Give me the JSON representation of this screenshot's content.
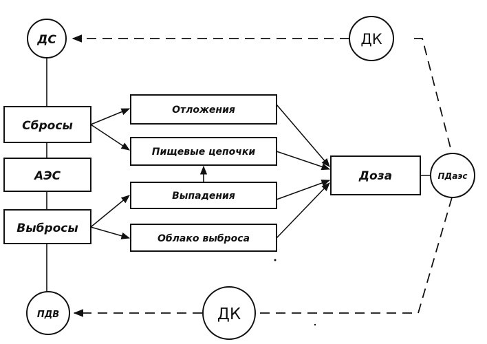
{
  "nodes": {
    "ds": "ДС",
    "dk_top": "ДК",
    "dk_bottom": "ДК",
    "pdv": "ПДВ",
    "pd_aes": "ПДаэс",
    "sbrosy": "Сбросы",
    "aes": "АЭС",
    "vybrosy": "Выбросы",
    "otlozheniya": "Отложения",
    "pishchevye": "Пищевые цепочки",
    "vypadeniya": "Выпадения",
    "oblako": "Облако выброса",
    "doza": "Доза"
  },
  "colors": {
    "ink": "#111111",
    "paper": "#ffffff"
  }
}
